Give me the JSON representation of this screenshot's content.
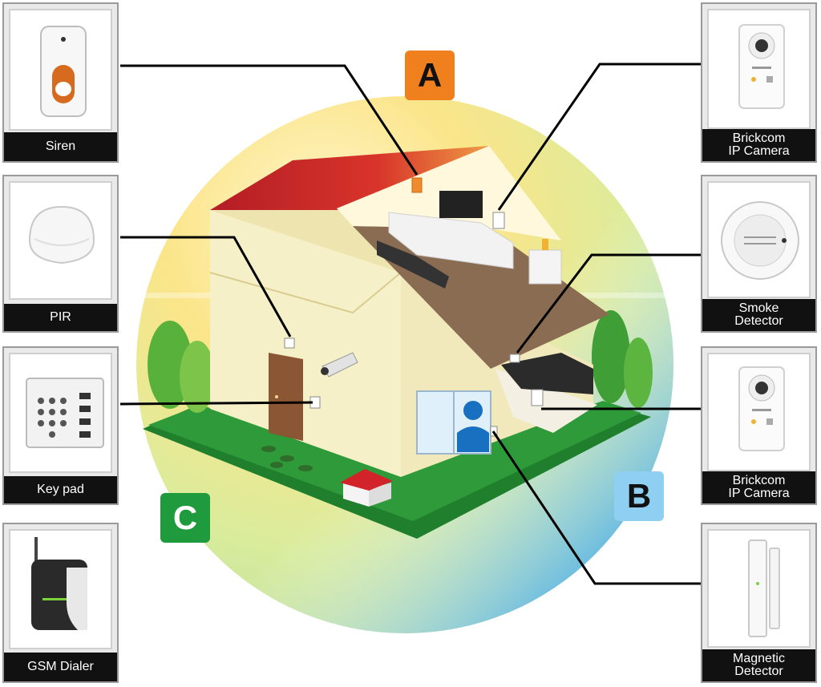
{
  "devices": {
    "siren": {
      "label": "Siren",
      "icon": "siren-icon"
    },
    "pir": {
      "label": "PIR",
      "icon": "motion-sensor-icon"
    },
    "keypad": {
      "label": "Key pad",
      "icon": "keypad-icon"
    },
    "gsm_dialer": {
      "label": "GSM Dialer",
      "icon": "gsm-dialer-icon"
    },
    "camera_top": {
      "label_line1": "Brickcom",
      "label_line2": "IP Camera",
      "icon": "ip-camera-icon"
    },
    "smoke": {
      "label_line1": "Smoke",
      "label_line2": "Detector",
      "icon": "smoke-detector-icon"
    },
    "camera_bottom": {
      "label_line1": "Brickcom",
      "label_line2": "IP Camera",
      "icon": "ip-camera-icon"
    },
    "magnetic": {
      "label_line1": "Magnetic",
      "label_line2": "Detector",
      "icon": "magnetic-contact-icon"
    }
  },
  "zones": [
    {
      "letter": "A",
      "color": "#f07f1e"
    },
    {
      "letter": "B",
      "color": "#8fd0f2"
    },
    {
      "letter": "C",
      "color": "#1f9a3c"
    }
  ],
  "colors": {
    "roof": "#c8252b",
    "wall": "#f6f0c8",
    "floor": "#8a6c52",
    "grass": "#2f9a3a",
    "door": "#8a5634",
    "sofa": "#2c2c2c"
  }
}
